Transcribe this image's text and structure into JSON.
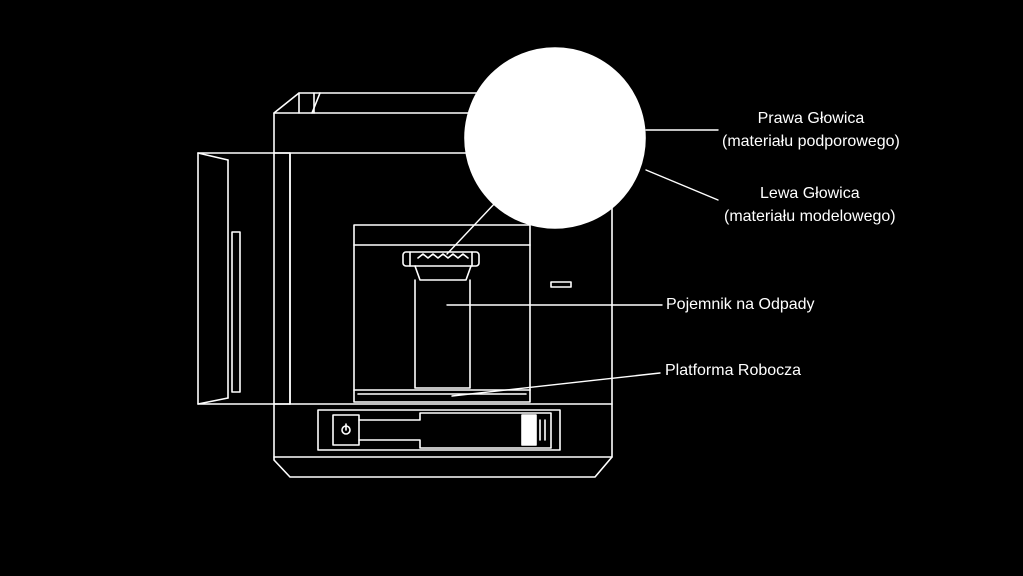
{
  "labels": {
    "right_head": {
      "line1": "Prawa Głowica",
      "line2": "(materiału podporowego)"
    },
    "left_head": {
      "line1": "Lewa Głowica",
      "line2": "(materiału modelowego)"
    },
    "waste_bin": "Pojemnik na Odpady",
    "build_platform": "Platforma Robocza"
  },
  "colors": {
    "background": "#000000",
    "line": "#ffffff",
    "magnifier_fill": "#ffffff"
  }
}
